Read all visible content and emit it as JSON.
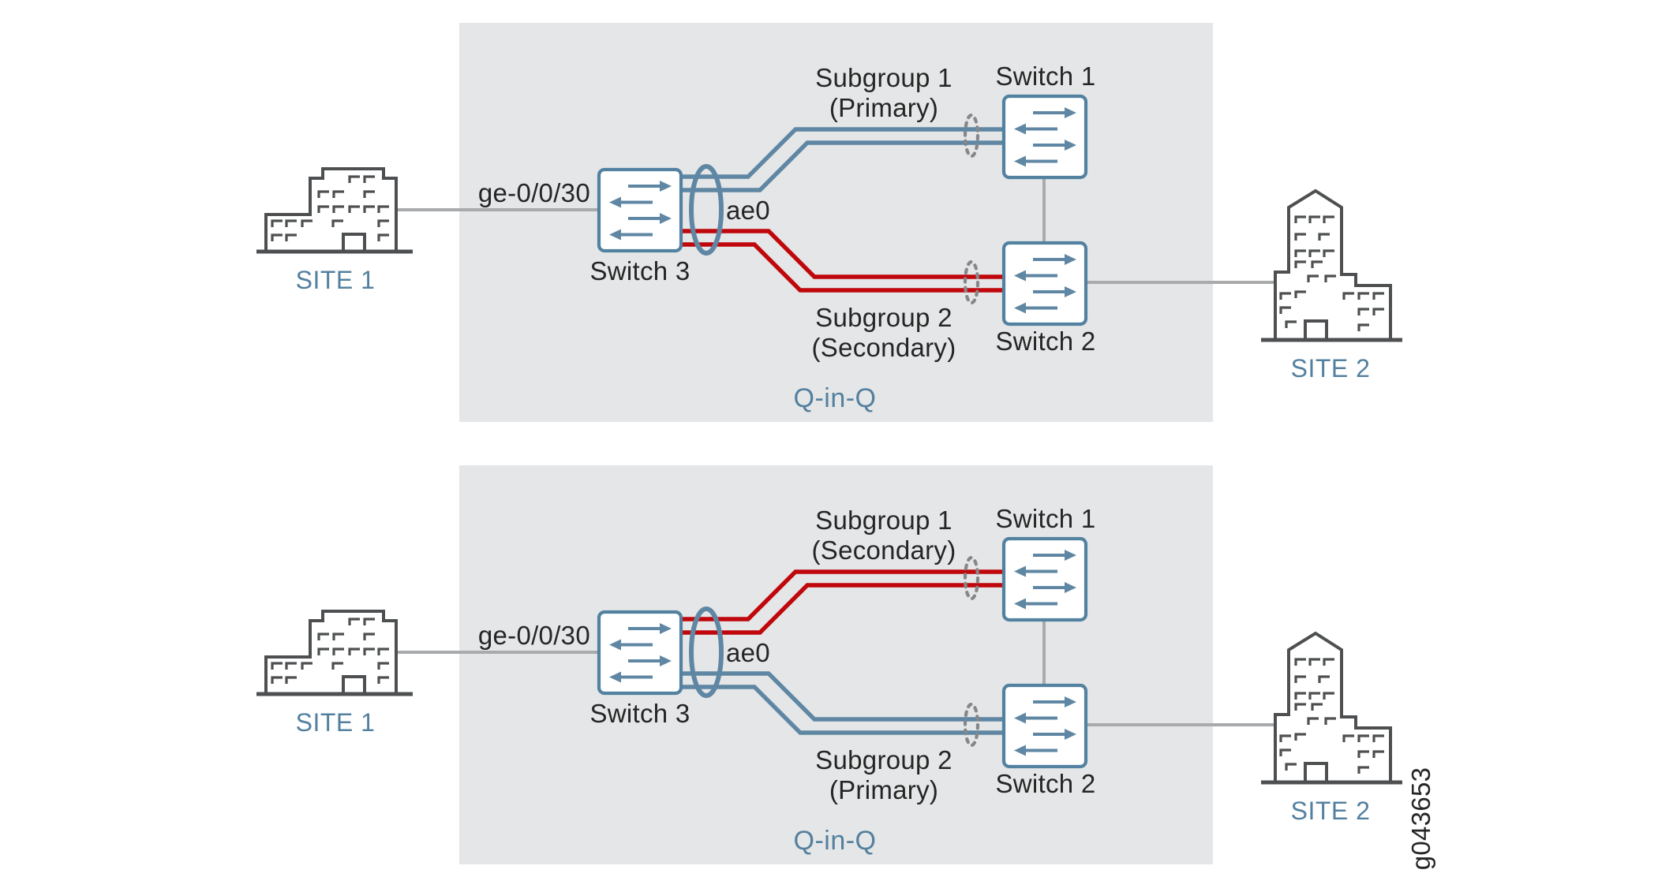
{
  "figure_id": "g043653",
  "colors": {
    "region_bg": "#e5e6e7",
    "link_gray": "#a8aaac",
    "steel_blue": "#5f87a4",
    "red": "#bf070c",
    "building_outline": "#4d4f51",
    "label_blue": "#54809f",
    "text_dark": "#252525",
    "dashed_ellipse_gray": "#85878a"
  },
  "diagrams": [
    {
      "site1_label": "SITE 1",
      "site2_label": "SITE 2",
      "switch1_label": "Switch 1",
      "switch2_label": "Switch 2",
      "switch3_label": "Switch 3",
      "port_label": "ge-0/0/30",
      "lag_label": "ae0",
      "subgroup1_title": "Subgroup 1",
      "subgroup1_role": "(Primary)",
      "subgroup2_title": "Subgroup 2",
      "subgroup2_role": "(Secondary)",
      "region_label": "Q-in-Q",
      "subgroup1_color": "#5f87a4",
      "subgroup2_color": "#bf070c"
    },
    {
      "site1_label": "SITE 1",
      "site2_label": "SITE 2",
      "switch1_label": "Switch 1",
      "switch2_label": "Switch 2",
      "switch3_label": "Switch 3",
      "port_label": "ge-0/0/30",
      "lag_label": "ae0",
      "subgroup1_title": "Subgroup 1",
      "subgroup1_role": "(Secondary)",
      "subgroup2_title": "Subgroup 2",
      "subgroup2_role": "(Primary)",
      "region_label": "Q-in-Q",
      "subgroup1_color": "#bf070c",
      "subgroup2_color": "#5f87a4"
    }
  ]
}
